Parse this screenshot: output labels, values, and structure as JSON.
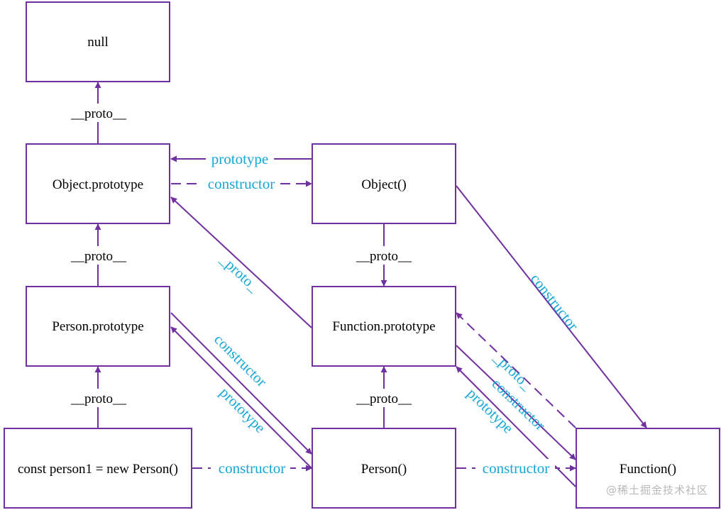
{
  "nodes": {
    "null": "null",
    "object_prototype": "Object.prototype",
    "object_ctor": "Object()",
    "person_prototype": "Person.prototype",
    "function_prototype": "Function.prototype",
    "person1": "const person1 = new Person()",
    "person_ctor": "Person()",
    "function_ctor": "Function()"
  },
  "labels": {
    "proto": "__proto__",
    "proto_short": "_proto_",
    "prototype": "prototype",
    "constructor": "constructor"
  },
  "colors": {
    "box_border": "#7030a0",
    "arrow": "#7030a0",
    "edge_label": "#17a7d6"
  },
  "watermark": "@稀土掘金技术社区"
}
